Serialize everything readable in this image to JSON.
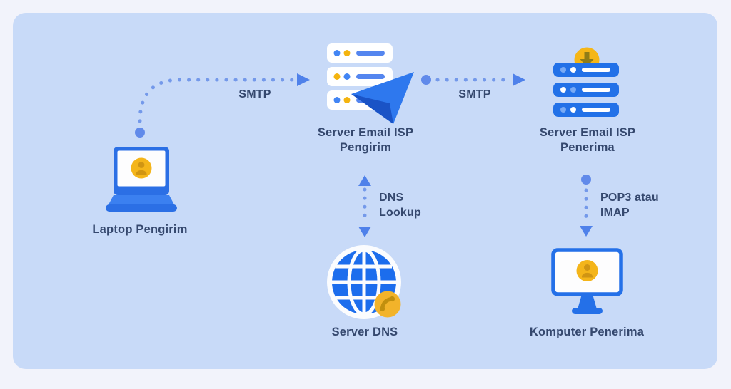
{
  "diagram": {
    "description": "Alur pengiriman email (email delivery flow)",
    "colors": {
      "background": "#f2f3fb",
      "panel": "#c8daf8",
      "primary_blue": "#2b6fe5",
      "dark_blue": "#1a53c6",
      "accent_yellow": "#f5b617",
      "glyph_dark_yellow": "#c18f0e",
      "arrow_dot_blue": "#6b90e8",
      "text": "#35486e"
    },
    "nodes": [
      {
        "id": "laptop-pengirim",
        "icon": "laptop-user-icon",
        "label": "Laptop Pengirim"
      },
      {
        "id": "server-email-isp-pengirim",
        "icon": "server-send-icon",
        "label_line1": "Server Email ISP",
        "label_line2": "Pengirim"
      },
      {
        "id": "server-email-isp-penerima",
        "icon": "server-download-icon",
        "label_line1": "Server Email ISP",
        "label_line2": "Penerima"
      },
      {
        "id": "server-dns",
        "icon": "globe-phone-icon",
        "label": "Server DNS"
      },
      {
        "id": "komputer-penerima",
        "icon": "desktop-user-icon",
        "label": "Komputer Penerima"
      }
    ],
    "connections": [
      {
        "id": "smtp-1",
        "from": "laptop-pengirim",
        "to": "server-email-isp-pengirim",
        "style": "dotted-arrow",
        "label": "SMTP"
      },
      {
        "id": "smtp-2",
        "from": "server-email-isp-pengirim",
        "to": "server-email-isp-penerima",
        "style": "dotted-arrow",
        "label": "SMTP"
      },
      {
        "id": "dns-lookup",
        "from": "server-email-isp-pengirim",
        "to": "server-dns",
        "style": "dotted-double-arrow",
        "label_line1": "DNS",
        "label_line2": "Lookup"
      },
      {
        "id": "pop3-imap",
        "from": "server-email-isp-penerima",
        "to": "komputer-penerima",
        "style": "dotted-arrow",
        "label_line1": "POP3 atau",
        "label_line2": "IMAP"
      }
    ]
  }
}
